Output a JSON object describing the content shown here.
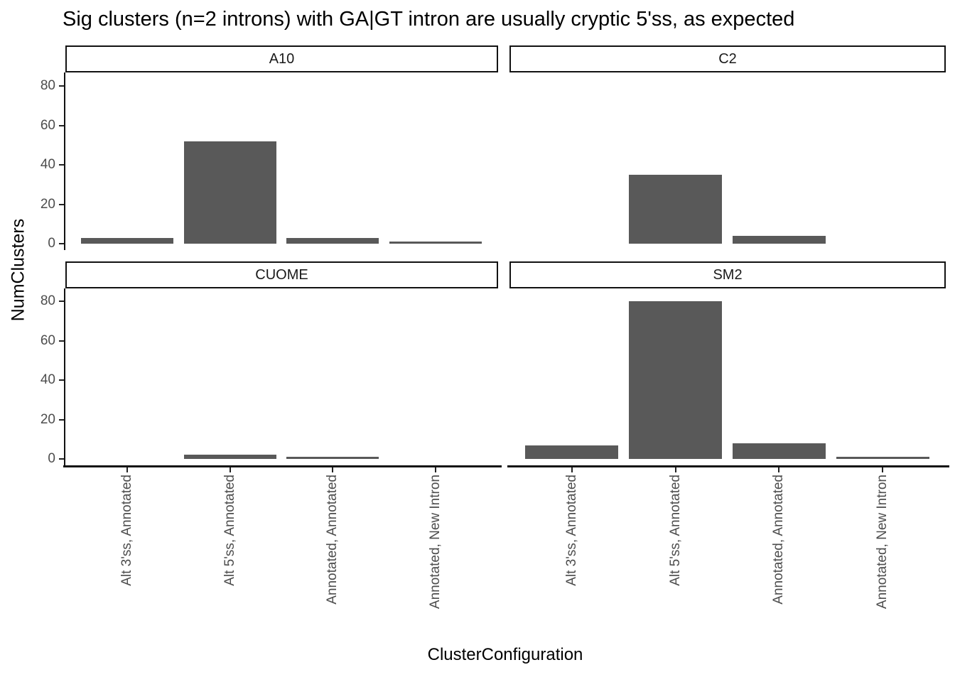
{
  "title": "Sig clusters (n=2 introns) with GA|GT intron are usually cryptic 5'ss, as expected",
  "chart_data": {
    "type": "bar",
    "title": "Sig clusters (n=2 introns) with GA|GT intron are usually cryptic 5'ss, as expected",
    "xlabel": "ClusterConfiguration",
    "ylabel": "NumClusters",
    "categories": [
      "Alt 3'ss, Annotated",
      "Alt 5'ss, Annotated",
      "Annotated, Annotated",
      "Annotated, New Intron"
    ],
    "facets": [
      {
        "label": "A10",
        "values": [
          3,
          52,
          3,
          1
        ]
      },
      {
        "label": "C2",
        "values": [
          0,
          35,
          4,
          0
        ]
      },
      {
        "label": "CUOME",
        "values": [
          0,
          2,
          1,
          0
        ]
      },
      {
        "label": "SM2",
        "values": [
          7,
          80,
          8,
          1
        ]
      }
    ],
    "y_ticks": [
      0,
      20,
      40,
      60,
      80
    ],
    "ylim": [
      0,
      87
    ],
    "grid": false,
    "legend": false,
    "bar_color": "#595959",
    "axis_text_color": "#4D4D4D",
    "axis_line_color": "#121212"
  }
}
